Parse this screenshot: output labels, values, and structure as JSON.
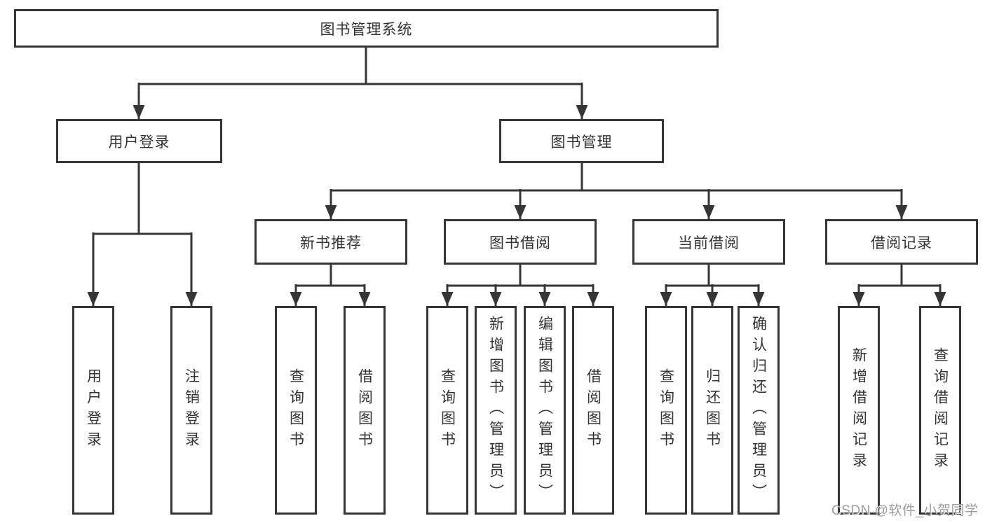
{
  "diagram": {
    "root": {
      "label": "图书管理系统"
    },
    "level2": [
      {
        "label": "用户登录",
        "parent": "图书管理系统"
      },
      {
        "label": "图书管理",
        "parent": "图书管理系统"
      }
    ],
    "level3": [
      {
        "label": "新书推荐",
        "parent": "图书管理"
      },
      {
        "label": "图书借阅",
        "parent": "图书管理"
      },
      {
        "label": "当前借阅",
        "parent": "图书管理"
      },
      {
        "label": "借阅记录",
        "parent": "图书管理"
      }
    ],
    "leaves": [
      {
        "label": "用户登录",
        "parent": "用户登录"
      },
      {
        "label": "注销登录",
        "parent": "用户登录"
      },
      {
        "label": "查询图书",
        "parent": "新书推荐"
      },
      {
        "label": "借阅图书",
        "parent": "新书推荐"
      },
      {
        "label": "查询图书",
        "parent": "图书借阅"
      },
      {
        "label": "新增图书（管理员）",
        "parent": "图书借阅"
      },
      {
        "label": "编辑图书（管理员）",
        "parent": "图书借阅"
      },
      {
        "label": "借阅图书",
        "parent": "图书借阅"
      },
      {
        "label": "查询图书",
        "parent": "当前借阅"
      },
      {
        "label": "归还图书",
        "parent": "当前借阅"
      },
      {
        "label": "确认归还（管理员）",
        "parent": "当前借阅"
      },
      {
        "label": "新增借阅记录",
        "parent": "借阅记录"
      },
      {
        "label": "查询借阅记录",
        "parent": "借阅记录"
      }
    ]
  },
  "watermark": {
    "text": "CSDN @软件_小贺同学"
  },
  "colors": {
    "line": "#363636",
    "box_border": "#363636",
    "box_fill": "#ffffff",
    "text": "#333333",
    "watermark": "#9c9c9c",
    "background": "#ffffff"
  }
}
